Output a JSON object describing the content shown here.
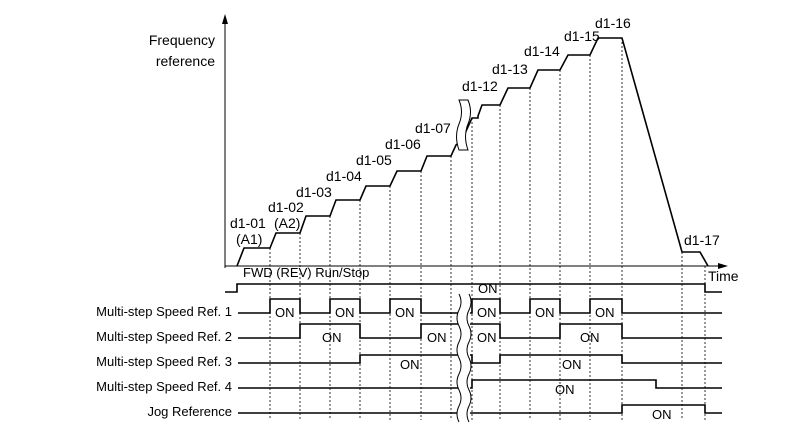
{
  "axis": {
    "y_label_line1": "Frequency",
    "y_label_line2": "reference",
    "x_label": "Time"
  },
  "steps": [
    {
      "name": "d1-01",
      "sub": "(A1)"
    },
    {
      "name": "d1-02",
      "sub": "(A2)"
    },
    {
      "name": "d1-03"
    },
    {
      "name": "d1-04"
    },
    {
      "name": "d1-05"
    },
    {
      "name": "d1-06"
    },
    {
      "name": "d1-07"
    },
    {
      "name": "d1-12"
    },
    {
      "name": "d1-13"
    },
    {
      "name": "d1-14"
    },
    {
      "name": "d1-15"
    },
    {
      "name": "d1-16"
    },
    {
      "name": "d1-17"
    }
  ],
  "run_signal": {
    "label": "FWD (REV) Run/Stop",
    "on": "ON"
  },
  "signals": [
    {
      "label": "Multi-step Speed Ref. 1",
      "on": "ON"
    },
    {
      "label": "Multi-step Speed Ref. 2",
      "on": "ON"
    },
    {
      "label": "Multi-step Speed Ref. 3",
      "on": "ON"
    },
    {
      "label": "Multi-step Speed Ref. 4",
      "on": "ON"
    },
    {
      "label": "Jog Reference",
      "on": "ON"
    }
  ]
}
